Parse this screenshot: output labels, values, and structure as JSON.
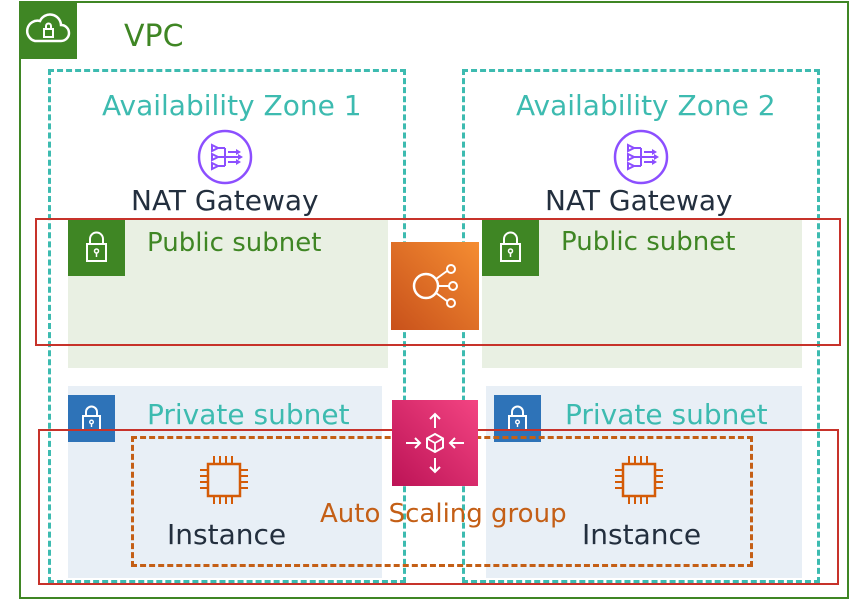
{
  "vpc": {
    "label": "VPC"
  },
  "zones": [
    {
      "label": "Availability Zone 1",
      "nat_label": "NAT Gateway",
      "public_subnet": "Public subnet",
      "private_subnet": "Private subnet",
      "instance_label": "Instance"
    },
    {
      "label": "Availability Zone 2",
      "nat_label": "NAT Gateway",
      "public_subnet": "Public subnet",
      "private_subnet": "Private subnet",
      "instance_label": "Instance"
    }
  ],
  "asg": {
    "label": "Auto Scaling group"
  },
  "icons": {
    "vpc": "cloud-lock-icon",
    "nat": "nat-gateway-icon",
    "subnet": "lock-icon",
    "load_balancer": "load-balancer-icon",
    "auto_scaling": "auto-scaling-icon",
    "instance": "ec2-instance-icon"
  },
  "colors": {
    "vpc": "#3f8624",
    "zone": "#3dbbb0",
    "public_subnet_bg": "#e9f0e3",
    "private_subnet_bg": "#e8eff6",
    "highlight": "#c7322a",
    "asg": "#c45f16",
    "nat": "#8c4fff",
    "load_balancer": "#e7731f",
    "auto_scaling": "#e7157b"
  }
}
